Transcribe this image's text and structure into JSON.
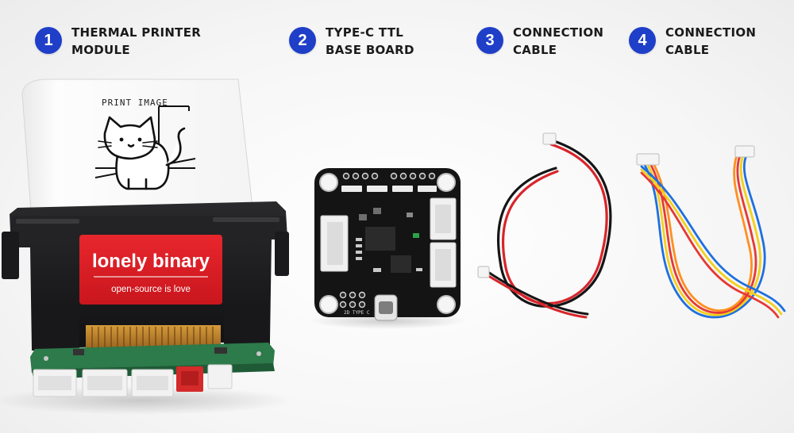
{
  "labels": [
    {
      "number": "1",
      "line1": "THERMAL PRINTER",
      "line2": "MODULE"
    },
    {
      "number": "2",
      "line1": "TYPE-C TTL",
      "line2": "BASE BOARD"
    },
    {
      "number": "3",
      "line1": "CONNECTION",
      "line2": "CABLE"
    },
    {
      "number": "4",
      "line1": "CONNECTION",
      "line2": "CABLE"
    }
  ],
  "printer": {
    "paper_text": "PRINT IMAGE",
    "sticker_brand": "lonely binary",
    "sticker_tagline": "open-source is love",
    "body_color": "#1c1c1e",
    "sticker_color": "#e01f26"
  },
  "board": {
    "silk_type_c": "2D TYPE C",
    "board_color": "#141414"
  },
  "colors": {
    "badge": "#1f3fc9",
    "cable_red": "#d8242a",
    "cable_black": "#151515"
  }
}
